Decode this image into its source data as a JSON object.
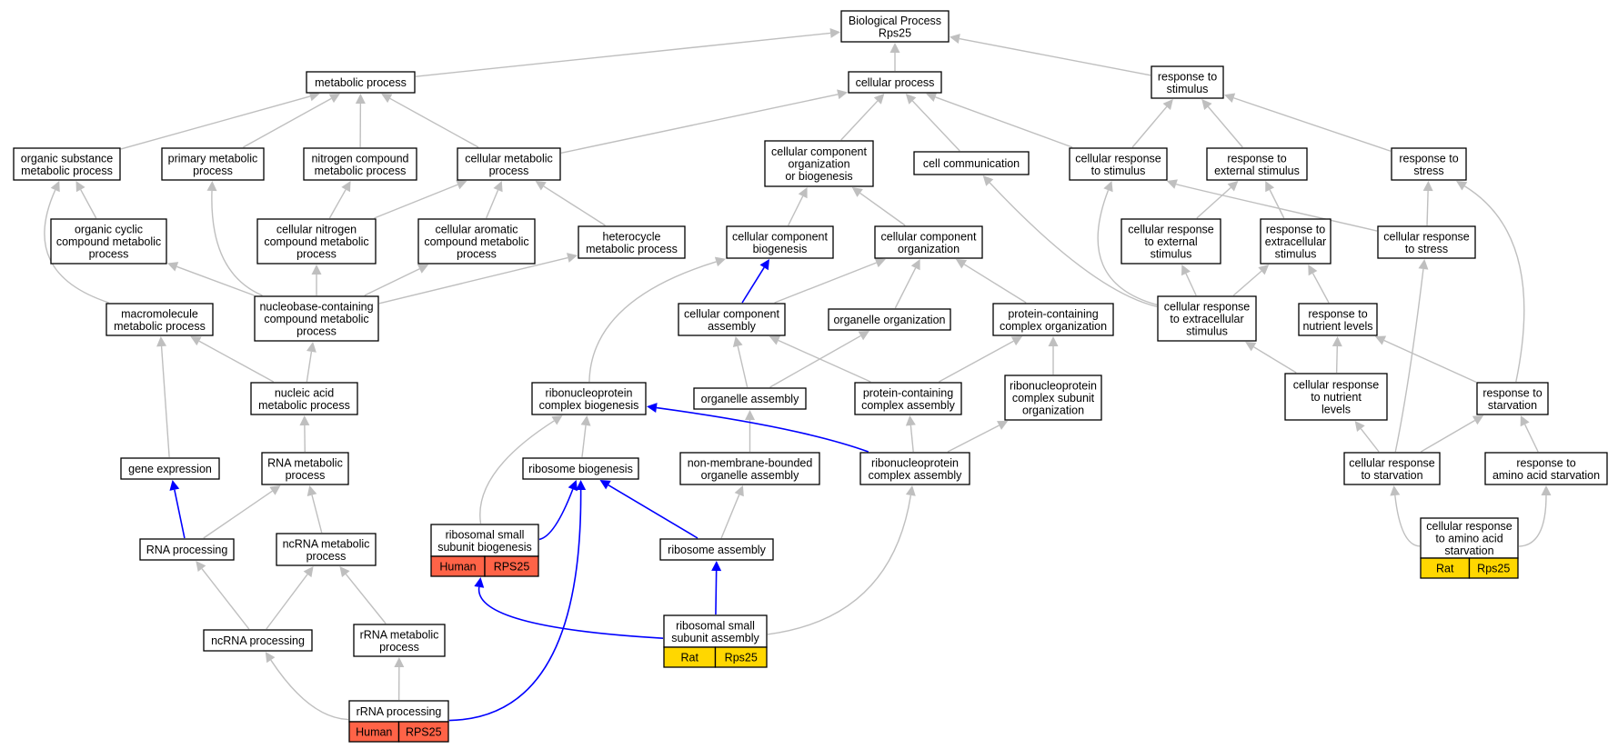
{
  "colors": {
    "human_tag": "#ff6347",
    "rat_tag": "#ffd700",
    "gray_edge": "#bfbfbf",
    "blue_edge": "#0000ff",
    "node_fill": "#ffffff"
  },
  "nodes": {
    "bp": {
      "lines": [
        "Biological Process",
        "Rps25"
      ]
    },
    "mp": {
      "lines": [
        "metabolic process"
      ]
    },
    "cp": {
      "lines": [
        "cellular process"
      ]
    },
    "rts": {
      "lines": [
        "response to",
        "stimulus"
      ]
    },
    "osmp": {
      "lines": [
        "organic substance",
        "metabolic process"
      ]
    },
    "pmp": {
      "lines": [
        "primary metabolic",
        "process"
      ]
    },
    "ncmp": {
      "lines": [
        "nitrogen compound",
        "metabolic process"
      ]
    },
    "cmp": {
      "lines": [
        "cellular metabolic",
        "process"
      ]
    },
    "ccob": {
      "lines": [
        "cellular component",
        "organization",
        "or biogenesis"
      ]
    },
    "cc": {
      "lines": [
        "cell communication"
      ]
    },
    "crts": {
      "lines": [
        "cellular response",
        "to stimulus"
      ]
    },
    "res": {
      "lines": [
        "response to",
        "external stimulus"
      ]
    },
    "rstr": {
      "lines": [
        "response to",
        "stress"
      ]
    },
    "occm": {
      "lines": [
        "organic cyclic",
        "compound metabolic",
        "process"
      ]
    },
    "cncm": {
      "lines": [
        "cellular nitrogen",
        "compound metabolic",
        "process"
      ]
    },
    "cacm": {
      "lines": [
        "cellular aromatic",
        "compound metabolic",
        "process"
      ]
    },
    "hmp": {
      "lines": [
        "heterocycle",
        "metabolic process"
      ]
    },
    "ccb": {
      "lines": [
        "cellular component",
        "biogenesis"
      ]
    },
    "cco": {
      "lines": [
        "cellular component",
        "organization"
      ]
    },
    "cres": {
      "lines": [
        "cellular response",
        "to external",
        "stimulus"
      ]
    },
    "rexs": {
      "lines": [
        "response to",
        "extracellular",
        "stimulus"
      ]
    },
    "crst": {
      "lines": [
        "cellular response",
        "to stress"
      ]
    },
    "mmp": {
      "lines": [
        "macromolecule",
        "metabolic process"
      ]
    },
    "nbcm": {
      "lines": [
        "nucleobase-containing",
        "compound metabolic",
        "process"
      ]
    },
    "cca": {
      "lines": [
        "cellular component",
        "assembly"
      ]
    },
    "oo": {
      "lines": [
        "organelle organization"
      ]
    },
    "pcco": {
      "lines": [
        "protein-containing",
        "complex organization"
      ]
    },
    "crex": {
      "lines": [
        "cellular response",
        "to extracellular",
        "stimulus"
      ]
    },
    "rnl": {
      "lines": [
        "response to",
        "nutrient levels"
      ]
    },
    "namp": {
      "lines": [
        "nucleic acid",
        "metabolic process"
      ]
    },
    "rnpcb": {
      "lines": [
        "ribonucleoprotein",
        "complex biogenesis"
      ]
    },
    "oa": {
      "lines": [
        "organelle assembly"
      ]
    },
    "pcca": {
      "lines": [
        "protein-containing",
        "complex assembly"
      ]
    },
    "rnpcso": {
      "lines": [
        "ribonucleoprotein",
        "complex subunit",
        "organization"
      ]
    },
    "crnl": {
      "lines": [
        "cellular response",
        "to nutrient",
        "levels"
      ]
    },
    "rtst": {
      "lines": [
        "response to",
        "starvation"
      ]
    },
    "ge": {
      "lines": [
        "gene expression"
      ]
    },
    "rnamp": {
      "lines": [
        "RNA metabolic",
        "process"
      ]
    },
    "rb": {
      "lines": [
        "ribosome biogenesis"
      ]
    },
    "nmboa": {
      "lines": [
        "non-membrane-bounded",
        "organelle assembly"
      ]
    },
    "rnpca": {
      "lines": [
        "ribonucleoprotein",
        "complex assembly"
      ]
    },
    "crtst": {
      "lines": [
        "cellular response",
        "to starvation"
      ]
    },
    "rtaas": {
      "lines": [
        "response to",
        "amino acid starvation"
      ]
    },
    "rnap": {
      "lines": [
        "RNA processing"
      ]
    },
    "ncrmp": {
      "lines": [
        "ncRNA metabolic",
        "process"
      ]
    },
    "rssb": {
      "lines": [
        "ribosomal small",
        "subunit biogenesis"
      ],
      "tag": [
        "Human",
        "RPS25"
      ]
    },
    "ra": {
      "lines": [
        "ribosome assembly"
      ]
    },
    "craas": {
      "lines": [
        "cellular response",
        "to amino acid",
        "starvation"
      ],
      "tag": [
        "Rat",
        "Rps25"
      ]
    },
    "ncrp": {
      "lines": [
        "ncRNA processing"
      ]
    },
    "rrmp": {
      "lines": [
        "rRNA metabolic",
        "process"
      ]
    },
    "rssa": {
      "lines": [
        "ribosomal small",
        "subunit assembly"
      ],
      "tag": [
        "Rat",
        "Rps25"
      ]
    },
    "rrp": {
      "lines": [
        "rRNA processing"
      ],
      "tag": [
        "Human",
        "RPS25"
      ]
    }
  }
}
